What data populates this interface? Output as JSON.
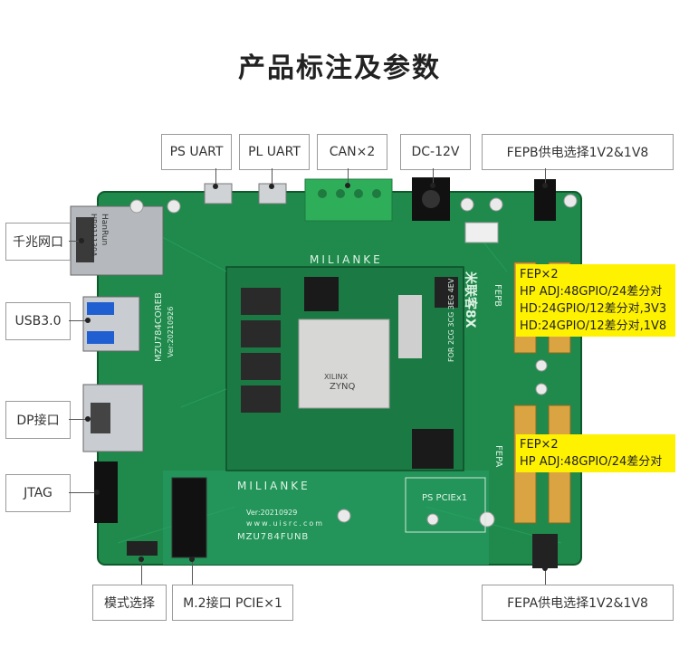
{
  "title": "产品标注及参数",
  "labels": {
    "ps_uart": "PS UART",
    "pl_uart": "PL UART",
    "can": "CAN×2",
    "dc": "DC-12V",
    "fepb_power": "FEPB供电选择1V2&1V8",
    "ethernet": "千兆网口",
    "usb": "USB3.0",
    "dp": "DP接口",
    "jtag": "JTAG",
    "mode": "模式选择",
    "m2": "M.2接口 PCIE×1",
    "fepa_power": "FEPA供电选择1V2&1V8"
  },
  "fepb_info": {
    "line1": "FEP×2",
    "line2": "HP ADJ:48GPIO/24差分对",
    "line3": "HD:24GPIO/12差分对,3V3",
    "line4": "HD:24GPIO/12差分对,1V8"
  },
  "fepa_info": {
    "line1": "FEP×2",
    "line2": "HP ADJ:48GPIO/24差分对"
  },
  "board": {
    "brand_top": "MILIANKE",
    "brand_bottom": "MILIANKE",
    "core_model": "MZU784COREB",
    "core_ver": "Ver:20210926",
    "base_model": "MZU784FUNB",
    "base_ver": "Ver:20210929",
    "url": "www.uisrc.com",
    "fpga_brand": "XILINX",
    "fpga_name": "ZYNQ",
    "side_text": "米联客8X",
    "fepb": "FEPB",
    "fepa": "FEPA",
    "pcie_slot": "PS PCIEx1",
    "for_text": "FOR 2CG 3CG 3EG 4EV",
    "eth_chip": "HanRun",
    "eth_part": "HR911130A"
  },
  "colors": {
    "pcb": "#1f8a4c",
    "pcb_dark": "#156b38",
    "highlight": "#fff200",
    "can_connector": "#2fae5a"
  }
}
